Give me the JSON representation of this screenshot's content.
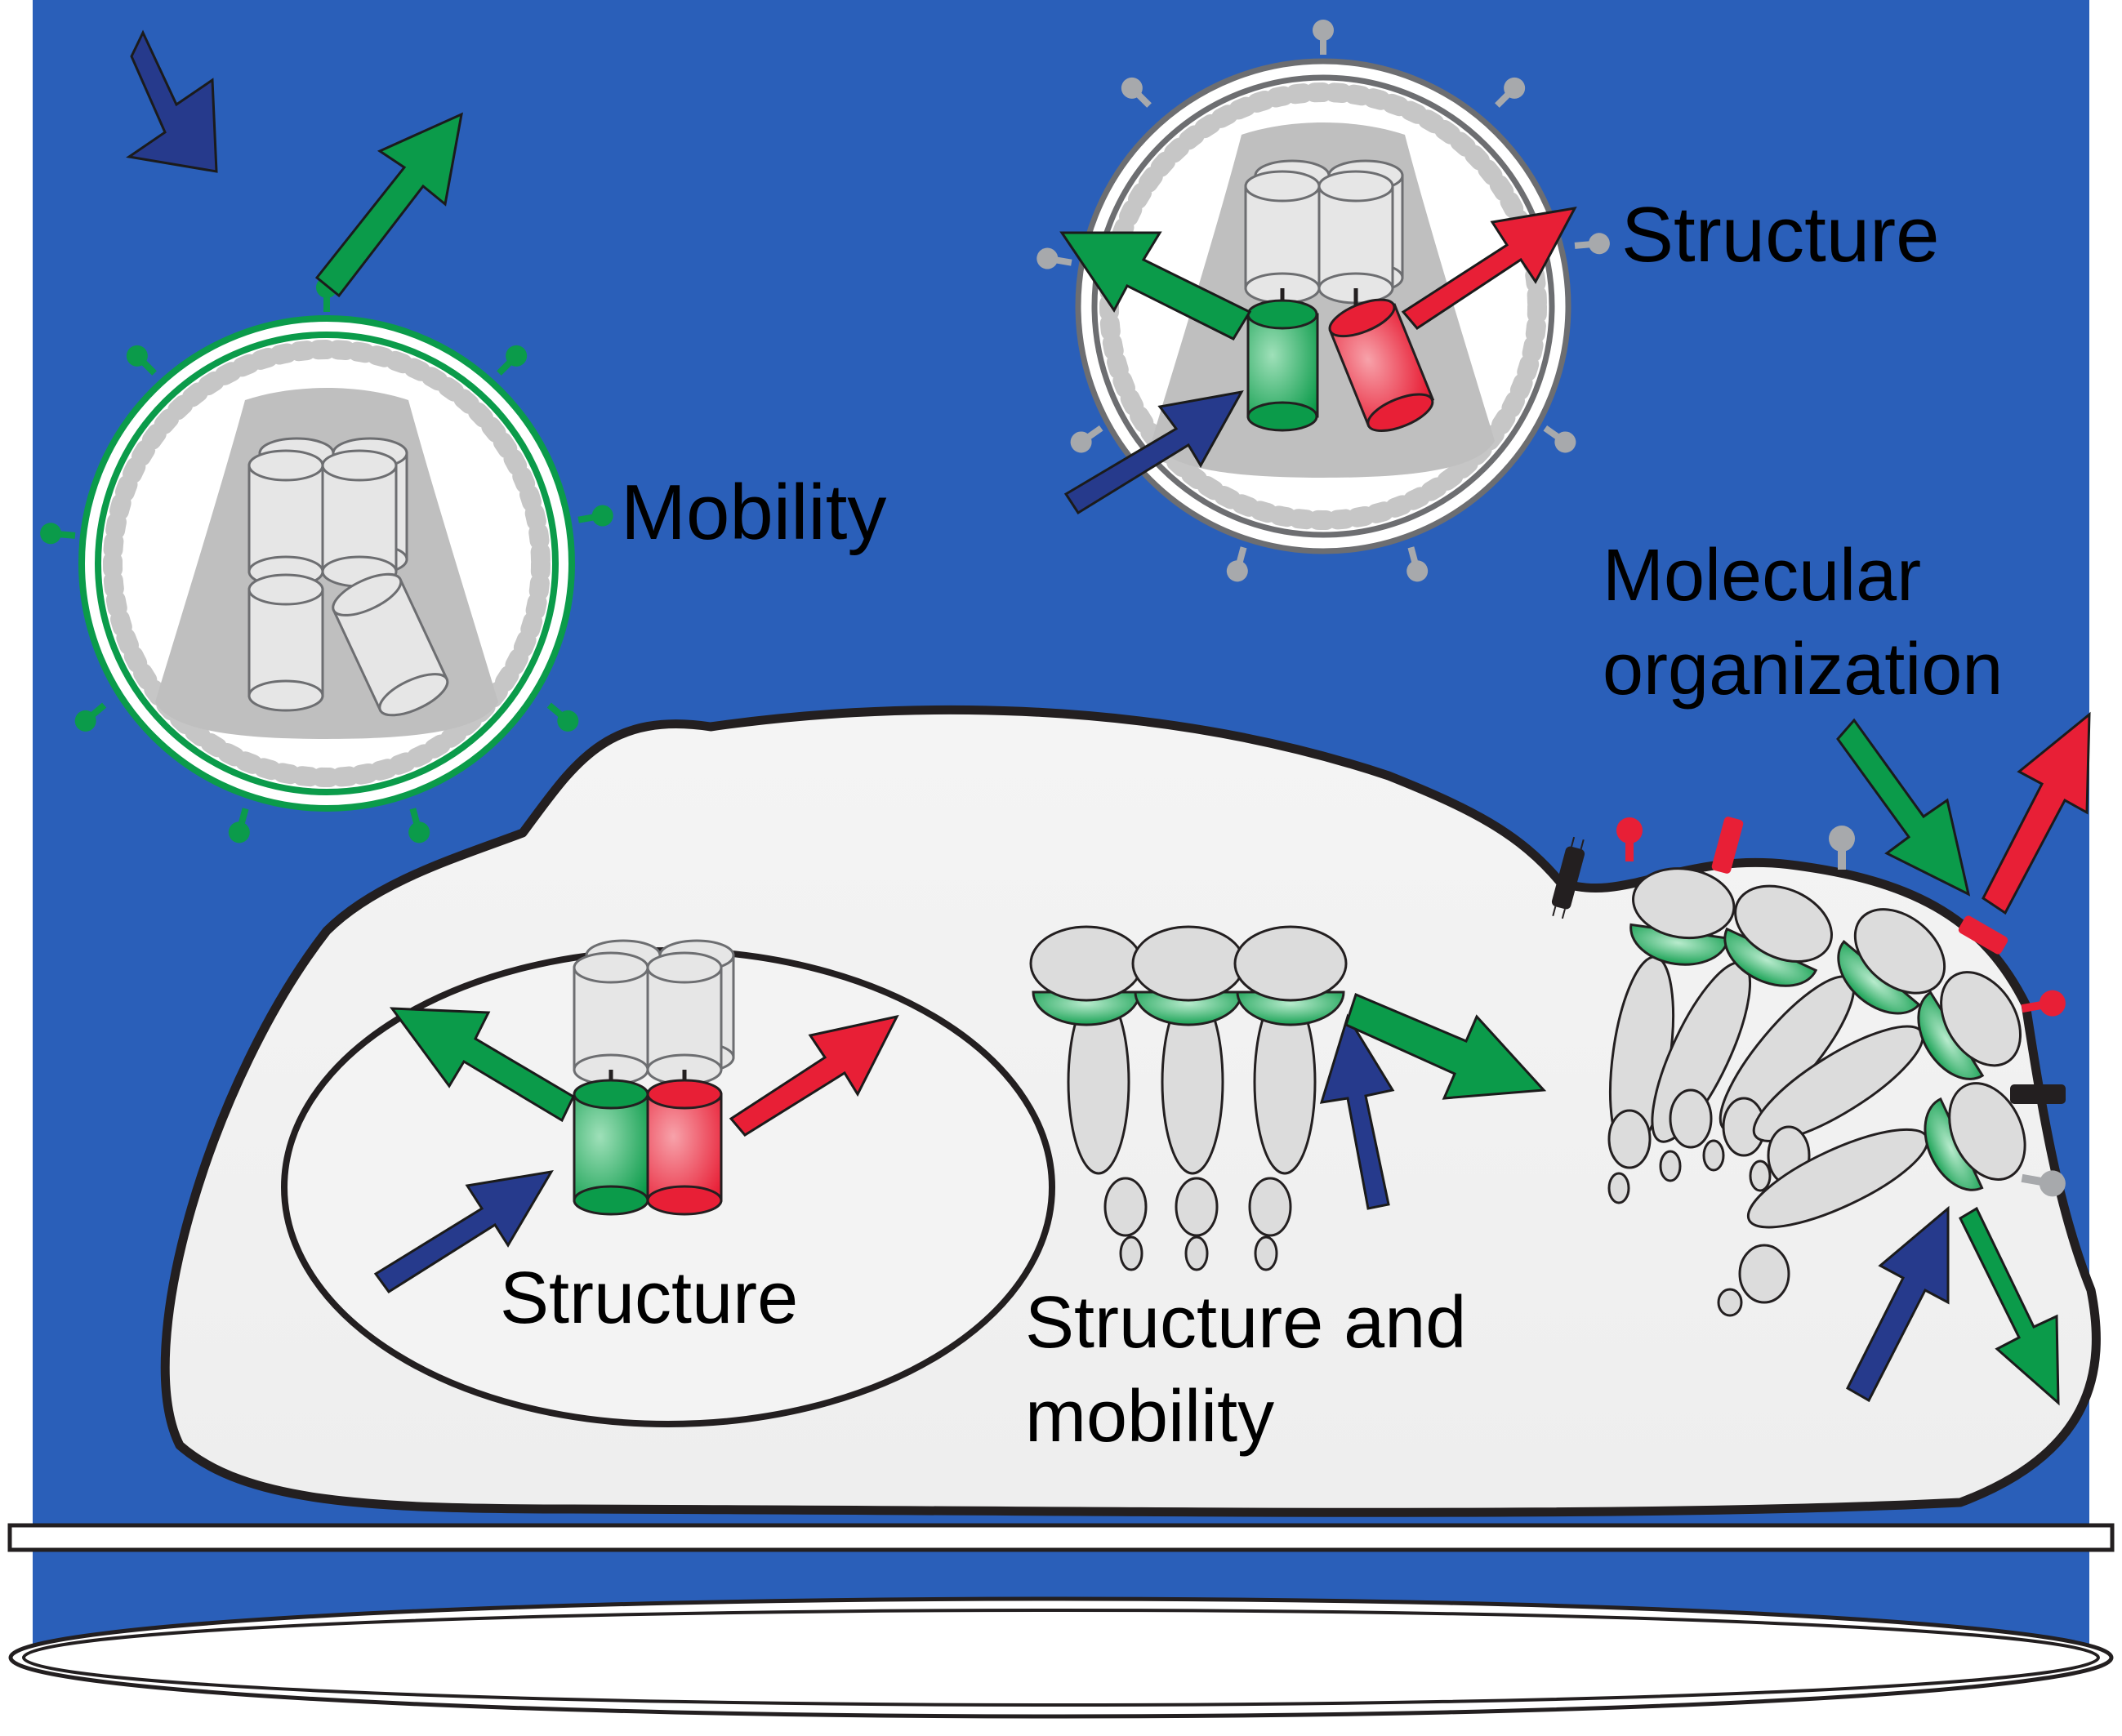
{
  "labels": {
    "mobility": "Mobility",
    "structure_top": "Structure",
    "molecular_line1": "Molecular",
    "molecular_line2": "organization",
    "structure_nucleus": "Structure",
    "structure_mobility_line1": "Structure and",
    "structure_mobility_line2": "mobility"
  },
  "colors": {
    "background_blue": "#2a5fb9",
    "excitation_arrow": "#263a8c",
    "emission_green": "#0b9b4a",
    "emission_red": "#e81f36",
    "cell_fill": "#f2f2f2",
    "outline": "#231f20",
    "virion_grey": "#c6c6c6"
  },
  "icons": {
    "excitation": "blue-arrow-icon",
    "green_emission": "green-arrow-icon",
    "red_emission": "red-arrow-icon"
  }
}
